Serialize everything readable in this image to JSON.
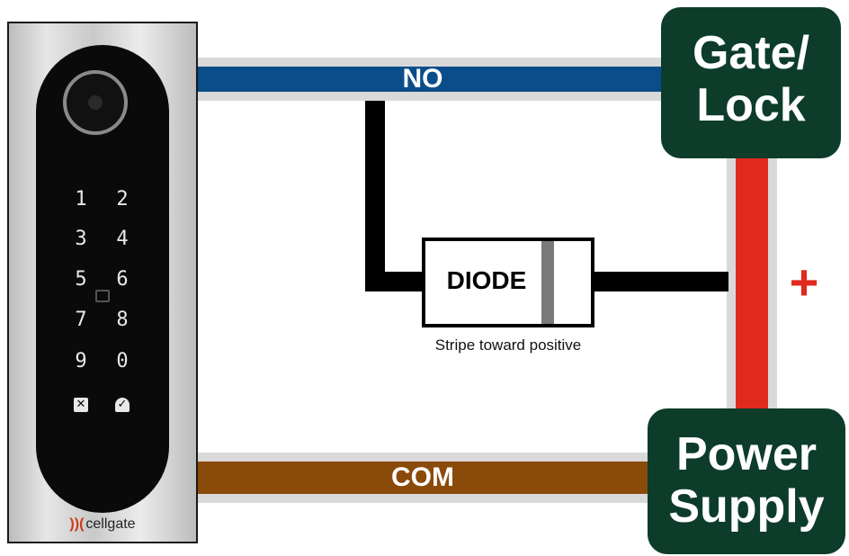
{
  "device": {
    "keys": [
      "1",
      "2",
      "3",
      "4",
      "5",
      "6",
      "7",
      "8",
      "9",
      "0"
    ],
    "cancel_symbol": "✕",
    "confirm_symbol": "✓",
    "brand": "cellgate",
    "brand_logo_glyph": "))("
  },
  "wires": {
    "no_label": "NO",
    "com_label": "COM",
    "positive_symbol": "+"
  },
  "diode": {
    "label": "DIODE",
    "caption": "Stripe toward positive"
  },
  "gate_box": {
    "line1": "Gate/",
    "line2": "Lock"
  },
  "power_box": {
    "line1": "Power",
    "line2": "Supply"
  },
  "colors": {
    "no_wire": "#0a4d8b",
    "com_wire": "#8a4a0a",
    "positive_wire": "#e02a1e",
    "box_bg": "#0d3c2a",
    "diode_stripe": "#7a7a7a"
  }
}
